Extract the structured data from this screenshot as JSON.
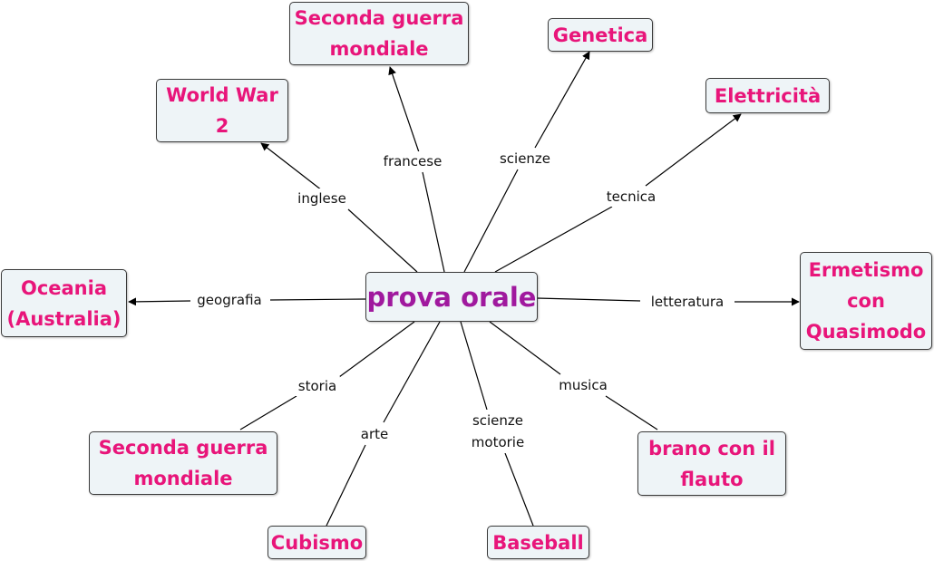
{
  "diagram": {
    "center": "prova orale",
    "nodes": {
      "ww2_en": "World War 2",
      "ww2_fr": "Seconda guerra mondiale",
      "genetica": "Genetica",
      "elettricita": "Elettricità",
      "oceania": "Oceania (Australia)",
      "ermetismo": "Ermetismo con Quasimodo",
      "ww2_storia": "Seconda guerra mondiale",
      "flauto": "brano con il flauto",
      "cubismo": "Cubismo",
      "baseball": "Baseball"
    },
    "links": {
      "inglese": "inglese",
      "francese": "francese",
      "scienze": "scienze",
      "tecnica": "tecnica",
      "geografia": "geografia",
      "letteratura": "letteratura",
      "storia": "storia",
      "arte": "arte",
      "scienze_motorie": "scienze motorie",
      "musica": "musica"
    }
  }
}
